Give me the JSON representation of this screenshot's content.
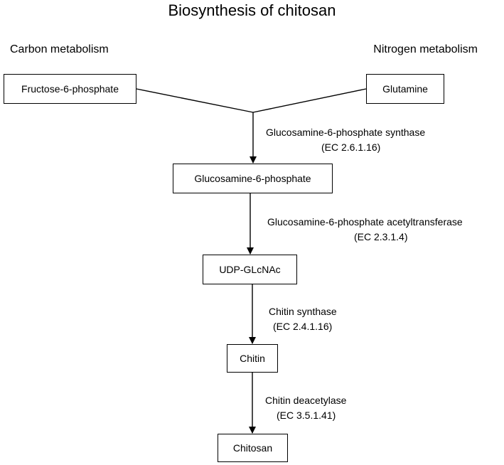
{
  "title": "Biosynthesis of chitosan",
  "sections": {
    "carbon": "Carbon metabolism",
    "nitrogen": "Nitrogen metabolism"
  },
  "nodes": {
    "fructose_6_phosphate": "Fructose-6-phosphate",
    "glutamine": "Glutamine",
    "glucosamine_6_phosphate": "Glucosamine-6-phosphate",
    "udp_glcnac": "UDP-GLcNAc",
    "chitin": "Chitin",
    "chitosan": "Chitosan"
  },
  "enzymes": [
    {
      "name": "Glucosamine-6-phosphate synthase",
      "ec": "(EC 2.6.1.16)"
    },
    {
      "name": "Glucosamine-6-phosphate acetyltransferase",
      "ec": "(EC 2.3.1.4)"
    },
    {
      "name": "Chitin synthase",
      "ec": "(EC 2.4.1.16)"
    },
    {
      "name": "Chitin deacetylase",
      "ec": "(EC 3.5.1.41)"
    }
  ],
  "colors": {
    "stroke": "#000000",
    "background": "#ffffff"
  }
}
